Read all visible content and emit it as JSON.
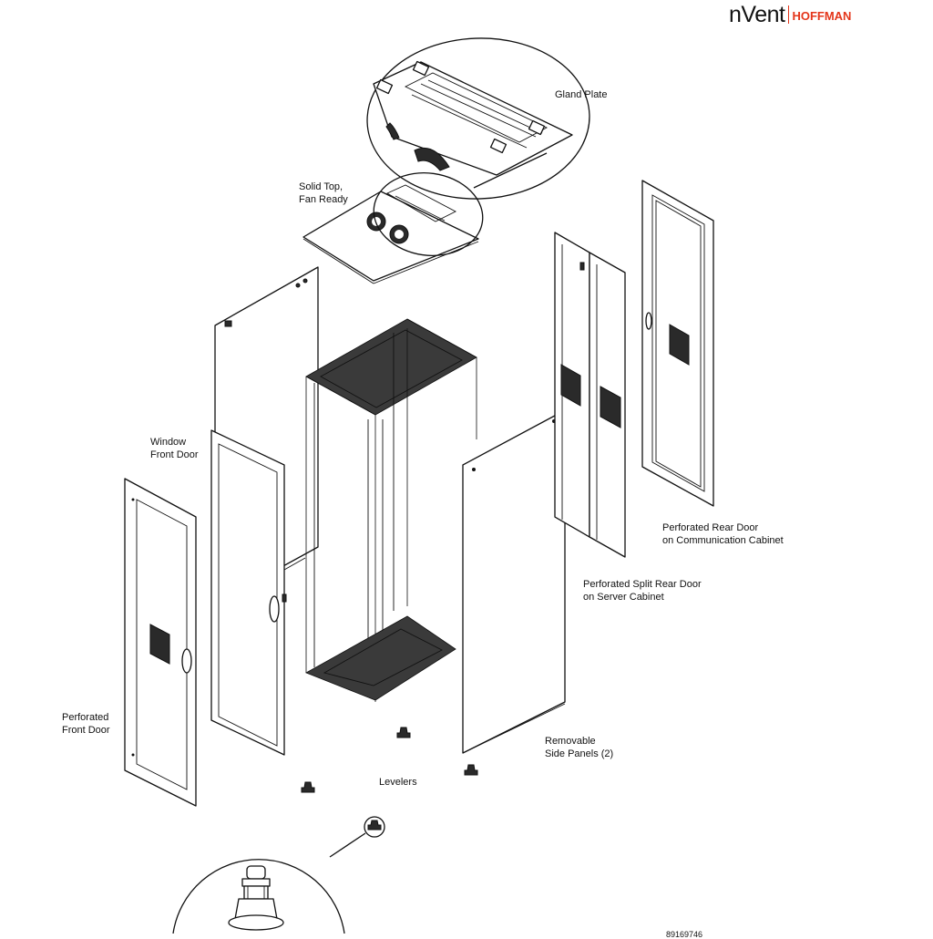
{
  "brand": {
    "name": "nVent",
    "sub": "HOFFMAN",
    "accent_color": "#e4361b"
  },
  "labels": {
    "gland_plate": "Gland Plate",
    "solid_top": [
      "Solid Top,",
      "Fan Ready"
    ],
    "window_front_door": [
      "Window",
      "Front Door"
    ],
    "perforated_front_door": [
      "Perforated",
      "Front Door"
    ],
    "perforated_rear_door": [
      "Perforated Rear Door",
      "on Communication Cabinet"
    ],
    "perforated_split_rear_door": [
      "Perforated Split Rear Door",
      "on Server Cabinet"
    ],
    "removable_side_panels": [
      "Removable",
      "Side Panels (2)"
    ],
    "levelers": "Levelers"
  },
  "part_number": "89169746"
}
